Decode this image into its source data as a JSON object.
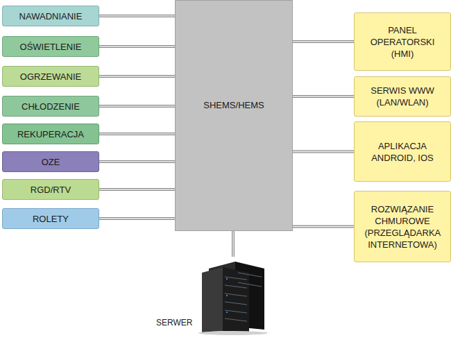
{
  "diagram": {
    "nodes": [
      {
        "text": [
          "NAWADNIANIE"
        ]
      },
      {
        "text": [
          "OŚWIETLENIE"
        ]
      },
      {
        "text": [
          "OGRZEWANIE"
        ]
      },
      {
        "text": [
          "CHŁODZENIE"
        ]
      },
      {
        "text": [
          "REKUPERACJA"
        ]
      },
      {
        "text": [
          "OZE"
        ]
      },
      {
        "text": [
          "RGD/RTV"
        ]
      },
      {
        "text": [
          "ROLETY"
        ]
      },
      {
        "text": [
          "SHEMS/HEMS"
        ]
      },
      {
        "text": [
          "PANEL OPERATORSKI (HMI)"
        ]
      },
      {
        "text": [
          "SERWIS WWW (LAN/WLAN)"
        ]
      },
      {
        "text": [
          "APLIKACJA ANDROID, IOS"
        ]
      },
      {
        "text": [
          "ROZWIĄZANIE CHMUROWE (PRZEGLĄDARKA INTERNETOWA)"
        ]
      },
      {
        "text": [
          "SERWER"
        ]
      }
    ],
    "edges": [
      {
        "from": 0,
        "to": 8,
        "arrow": "none"
      },
      {
        "from": 1,
        "to": 8,
        "arrow": "none"
      },
      {
        "from": 2,
        "to": 8,
        "arrow": "none"
      },
      {
        "from": 3,
        "to": 8,
        "arrow": "none"
      },
      {
        "from": 4,
        "to": 8,
        "arrow": "none"
      },
      {
        "from": 5,
        "to": 8,
        "arrow": "none"
      },
      {
        "from": 6,
        "to": 8,
        "arrow": "none"
      },
      {
        "from": 7,
        "to": 8,
        "arrow": "none"
      },
      {
        "from": 8,
        "to": 9,
        "arrow": "none"
      },
      {
        "from": 8,
        "to": 10,
        "arrow": "none"
      },
      {
        "from": 8,
        "to": 11,
        "arrow": "none"
      },
      {
        "from": 8,
        "to": 12,
        "arrow": "none"
      },
      {
        "from": 8,
        "to": 13,
        "arrow": "none"
      }
    ]
  }
}
